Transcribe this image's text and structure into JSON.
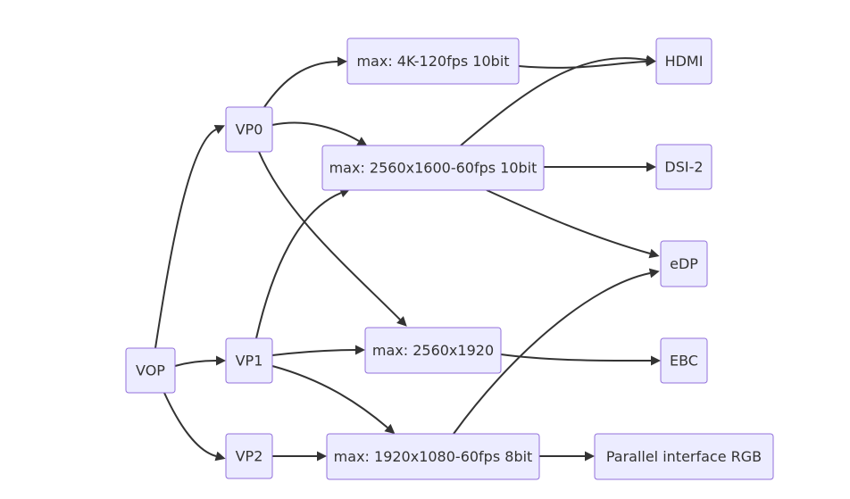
{
  "diagram": {
    "type": "flowchart",
    "direction": "LR",
    "colors": {
      "node_fill": "#ececff",
      "node_stroke": "#9370db",
      "edge": "#333333",
      "text": "#333333"
    },
    "nodes": [
      {
        "id": "vop",
        "label": "VOP"
      },
      {
        "id": "vp0",
        "label": "VP0"
      },
      {
        "id": "vp1",
        "label": "VP1"
      },
      {
        "id": "vp2",
        "label": "VP2"
      },
      {
        "id": "max4k",
        "label": "max: 4K-120fps 10bit"
      },
      {
        "id": "max2560x1600",
        "label": "max: 2560x1600-60fps 10bit"
      },
      {
        "id": "max2560x1920",
        "label": "max: 2560x1920"
      },
      {
        "id": "max1920",
        "label": "max: 1920x1080-60fps 8bit"
      },
      {
        "id": "hdmi",
        "label": "HDMI"
      },
      {
        "id": "dsi2",
        "label": "DSI-2"
      },
      {
        "id": "edp",
        "label": "eDP"
      },
      {
        "id": "ebc",
        "label": "EBC"
      },
      {
        "id": "rgb",
        "label": "Parallel interface RGB"
      }
    ],
    "edges": [
      {
        "from": "vop",
        "to": "vp0"
      },
      {
        "from": "vop",
        "to": "vp1"
      },
      {
        "from": "vop",
        "to": "vp2"
      },
      {
        "from": "vp0",
        "to": "max4k"
      },
      {
        "from": "vp0",
        "to": "max2560x1600"
      },
      {
        "from": "vp0",
        "to": "max2560x1920"
      },
      {
        "from": "vp1",
        "to": "max2560x1600"
      },
      {
        "from": "vp1",
        "to": "max2560x1920"
      },
      {
        "from": "vp1",
        "to": "max1920"
      },
      {
        "from": "vp2",
        "to": "max1920"
      },
      {
        "from": "max4k",
        "to": "hdmi"
      },
      {
        "from": "max2560x1600",
        "to": "hdmi"
      },
      {
        "from": "max2560x1600",
        "to": "dsi2"
      },
      {
        "from": "max2560x1600",
        "to": "edp"
      },
      {
        "from": "max2560x1920",
        "to": "ebc"
      },
      {
        "from": "max1920",
        "to": "edp"
      },
      {
        "from": "max1920",
        "to": "rgb"
      }
    ]
  }
}
